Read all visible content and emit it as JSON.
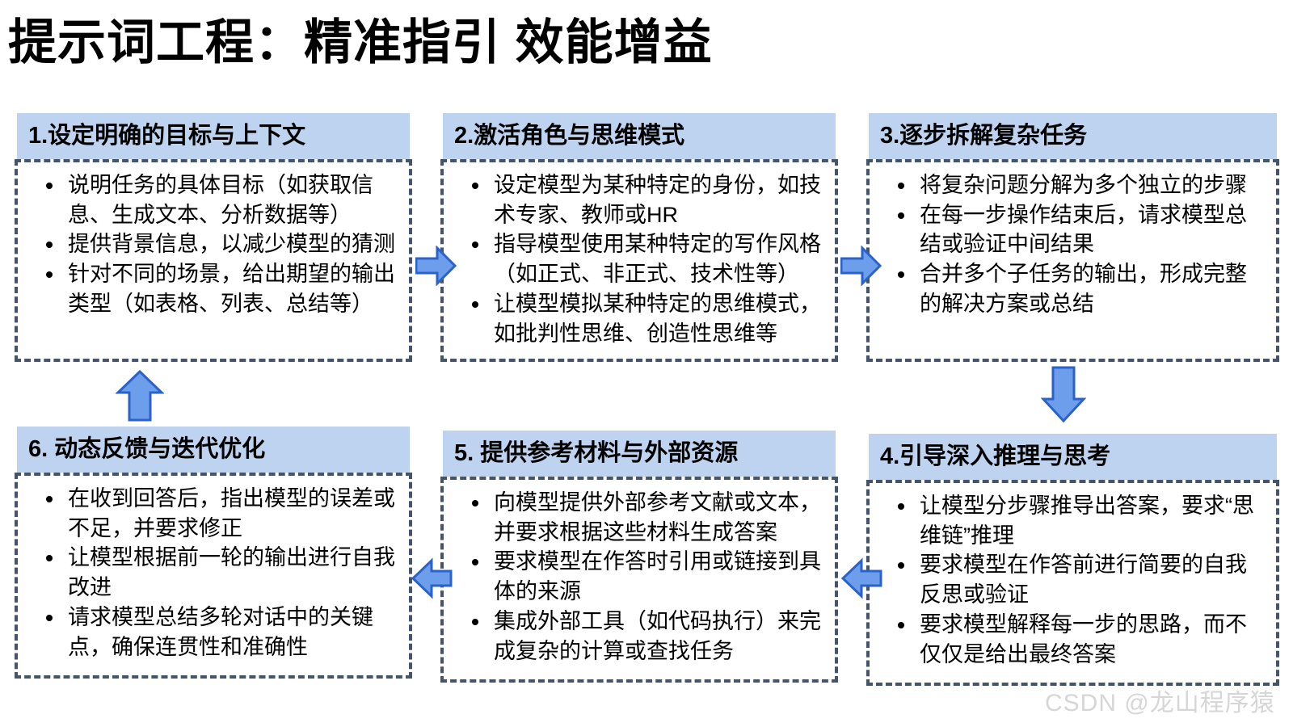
{
  "title": "提示词工程：精准指引 效能增益",
  "watermark": "CSDN @龙山程序猿",
  "colors": {
    "header_bg": "#BED3F0",
    "dashed_border": "#44546A",
    "arrow_fill": "#6D9EEB",
    "arrow_stroke": "#2A62C9"
  },
  "boxes": [
    {
      "title": "1.设定明确的目标与上下文",
      "bullets": [
        "说明任务的具体目标（如获取信息、生成文本、分析数据等）",
        "提供背景信息，以减少模型的猜测",
        "针对不同的场景，给出期望的输出类型（如表格、列表、总结等）"
      ]
    },
    {
      "title": "2.激活角色与思维模式",
      "bullets": [
        "设定模型为某种特定的身份，如技术专家、教师或HR",
        "指导模型使用某种特定的写作风格（如正式、非正式、技术性等）",
        "让模型模拟某种特定的思维模式，如批判性思维、创造性思维等"
      ]
    },
    {
      "title": "3.逐步拆解复杂任务",
      "bullets": [
        "将复杂问题分解为多个独立的步骤",
        "在每一步操作结束后，请求模型总结或验证中间结果",
        "合并多个子任务的输出，形成完整的解决方案或总结"
      ]
    },
    {
      "title": "4.引导深入推理与思考",
      "bullets": [
        "让模型分步骤推导出答案，要求“思维链”推理",
        "要求模型在作答前进行简要的自我反思或验证",
        "要求模型解释每一步的思路，而不仅仅是给出最终答案"
      ]
    },
    {
      "title": "5. 提供参考材料与外部资源",
      "bullets": [
        "向模型提供外部参考文献或文本，并要求根据这些材料生成答案",
        "要求模型在作答时引用或链接到具体的来源",
        "集成外部工具（如代码执行）来完成复杂的计算或查找任务"
      ]
    },
    {
      "title": "6. 动态反馈与迭代优化",
      "bullets": [
        "在收到回答后，指出模型的误差或不足，并要求修正",
        "让模型根据前一轮的输出进行自我改进",
        "请求模型总结多轮对话中的关键点，确保连贯性和准确性"
      ]
    }
  ],
  "arrows": [
    {
      "name": "arrow-1-to-2",
      "direction": "right"
    },
    {
      "name": "arrow-2-to-3",
      "direction": "right"
    },
    {
      "name": "arrow-3-to-4",
      "direction": "down"
    },
    {
      "name": "arrow-4-to-5",
      "direction": "left"
    },
    {
      "name": "arrow-5-to-6",
      "direction": "left"
    },
    {
      "name": "arrow-6-to-1",
      "direction": "up"
    }
  ]
}
